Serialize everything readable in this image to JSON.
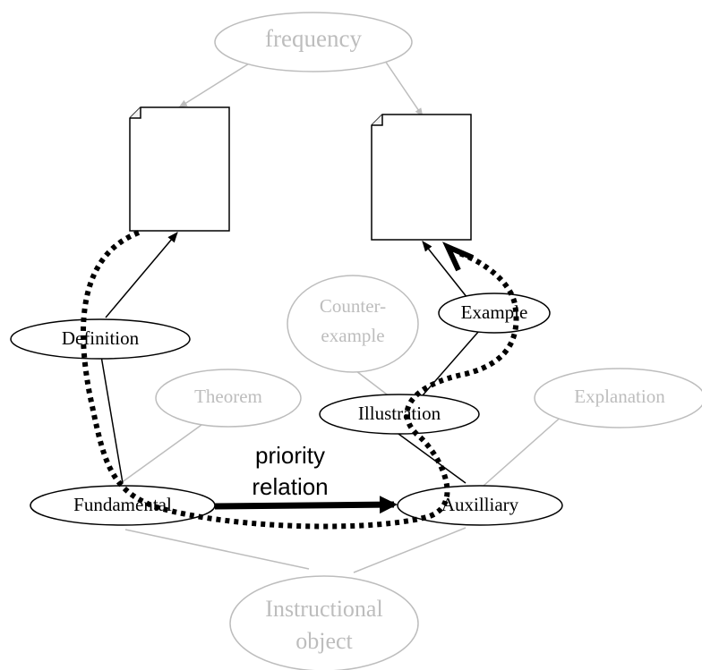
{
  "nodes": {
    "frequency": "frequency",
    "definition": "Definition",
    "example": "Example",
    "counter_example": [
      "Counter-",
      "example"
    ],
    "theorem": "Theorem",
    "explanation": "Explanation",
    "illustration": "Illustration",
    "fundamental": "Fundamental",
    "auxilliary": "Auxilliary",
    "instructional_object": [
      "Instructional",
      "object"
    ]
  },
  "relation_label": [
    "priority",
    "relation"
  ],
  "colors": {
    "gray": "#bdbdbd",
    "black": "#000000"
  }
}
